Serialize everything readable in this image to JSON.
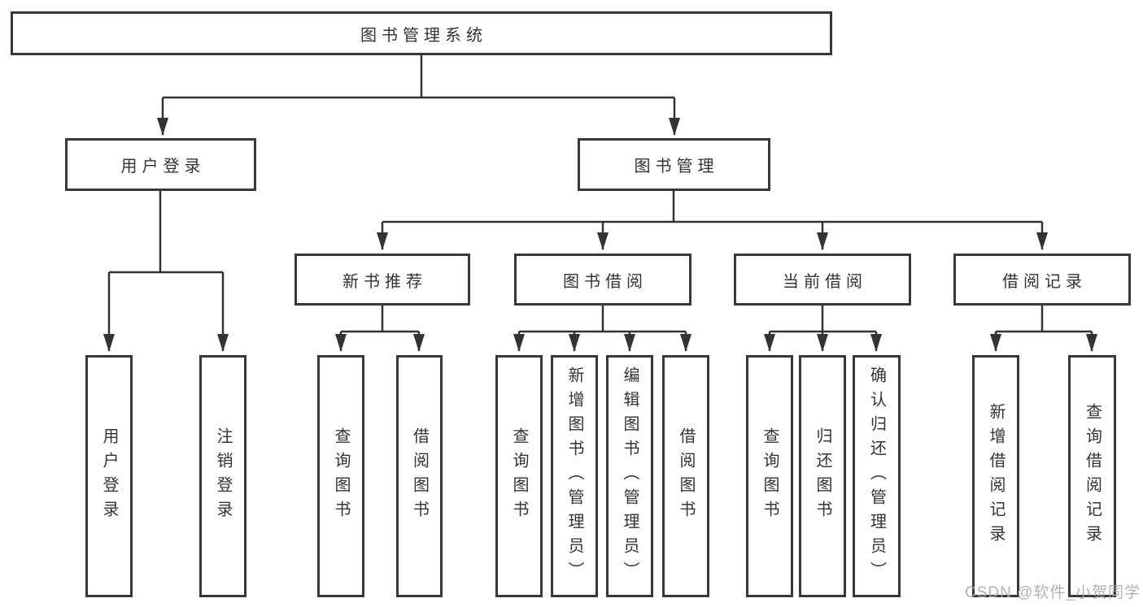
{
  "nodes": {
    "root": {
      "label": "图书管理系统"
    },
    "level2": [
      {
        "label": "用户登录"
      },
      {
        "label": "图书管理"
      }
    ],
    "level3": [
      {
        "label": "新书推荐"
      },
      {
        "label": "图书借阅"
      },
      {
        "label": "当前借阅"
      },
      {
        "label": "借阅记录"
      }
    ],
    "leaves": {
      "login": [
        {
          "label": "用户登录"
        },
        {
          "label": "注销登录"
        }
      ],
      "newbook": [
        {
          "label": "查询图书"
        },
        {
          "label": "借阅图书"
        }
      ],
      "borrow": [
        {
          "label": "查询图书"
        },
        {
          "label": "新增图书（管理员）"
        },
        {
          "label": "编辑图书（管理员）"
        },
        {
          "label": "借阅图书"
        }
      ],
      "current": [
        {
          "label": "查询图书"
        },
        {
          "label": "归还图书"
        },
        {
          "label": "确认归还（管理员）"
        }
      ],
      "record": [
        {
          "label": "新增借阅记录"
        },
        {
          "label": "查询借阅记录"
        }
      ]
    }
  },
  "watermark": {
    "text": "CSDN @软件_小贺同学"
  },
  "colors": {
    "background": "#ffffff",
    "box_border": "#383838",
    "line": "#333333",
    "text": "#333333",
    "watermark": "#a8a8a8"
  }
}
